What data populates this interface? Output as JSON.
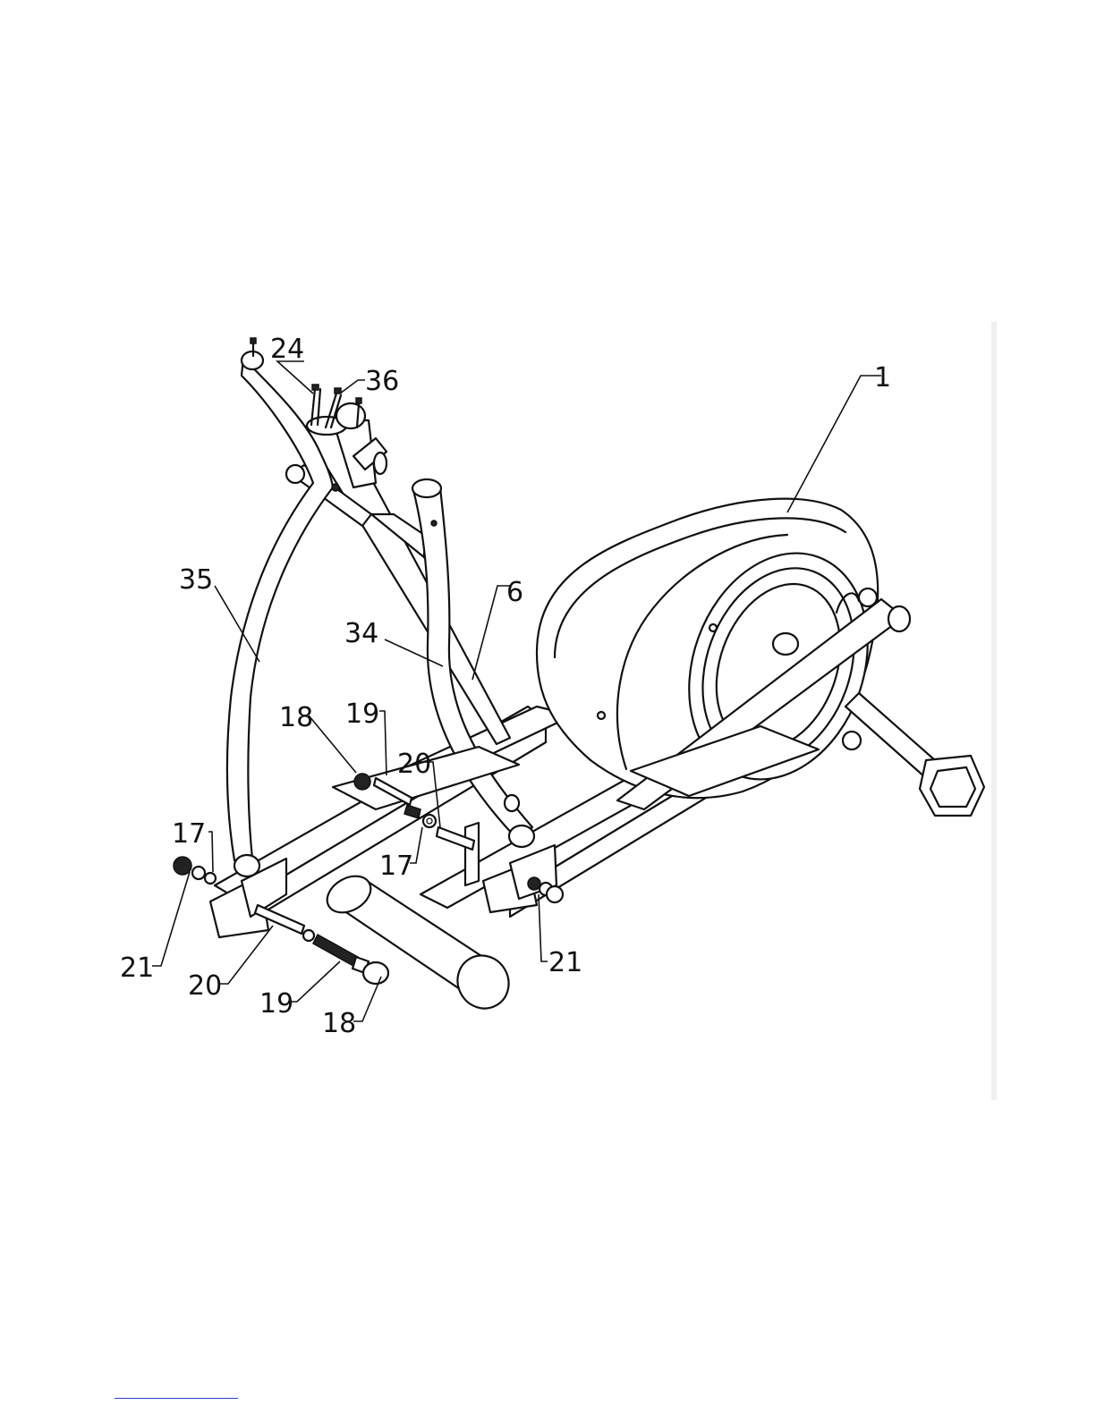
{
  "diagram": {
    "type": "exploded-assembly",
    "callouts": [
      {
        "id": "c-24",
        "label": "24"
      },
      {
        "id": "c-36",
        "label": "36"
      },
      {
        "id": "c-1",
        "label": "1"
      },
      {
        "id": "c-35",
        "label": "35"
      },
      {
        "id": "c-6",
        "label": "6"
      },
      {
        "id": "c-34",
        "label": "34"
      },
      {
        "id": "c-18a",
        "label": "18"
      },
      {
        "id": "c-19a",
        "label": "19"
      },
      {
        "id": "c-20a",
        "label": "20"
      },
      {
        "id": "c-17a",
        "label": "17"
      },
      {
        "id": "c-17b",
        "label": "17"
      },
      {
        "id": "c-21a",
        "label": "21"
      },
      {
        "id": "c-21b",
        "label": "21"
      },
      {
        "id": "c-20b",
        "label": "20"
      },
      {
        "id": "c-19b",
        "label": "19"
      },
      {
        "id": "c-18b",
        "label": "18"
      }
    ]
  }
}
